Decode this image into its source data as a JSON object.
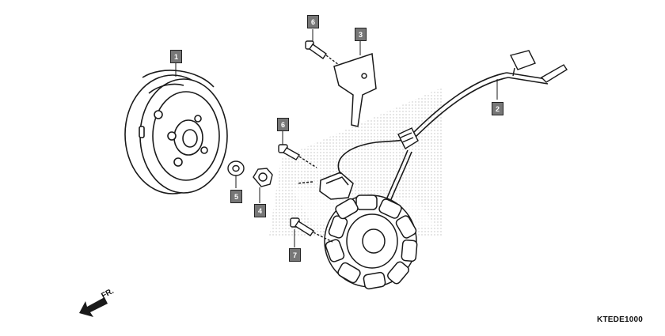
{
  "diagram": {
    "code": "KTEDE1000",
    "direction_label": "FR.",
    "callouts": [
      {
        "id": "part-1",
        "label": "1"
      },
      {
        "id": "part-2",
        "label": "2"
      },
      {
        "id": "part-3",
        "label": "3"
      },
      {
        "id": "part-4",
        "label": "4"
      },
      {
        "id": "part-5",
        "label": "5"
      },
      {
        "id": "part-6a",
        "label": "6"
      },
      {
        "id": "part-6b",
        "label": "6"
      },
      {
        "id": "part-7",
        "label": "7"
      }
    ]
  },
  "colors": {
    "line": "#1a1a1a",
    "callout_fill": "#777777",
    "watermark": "#cfcfcf",
    "background": "#ffffff"
  }
}
